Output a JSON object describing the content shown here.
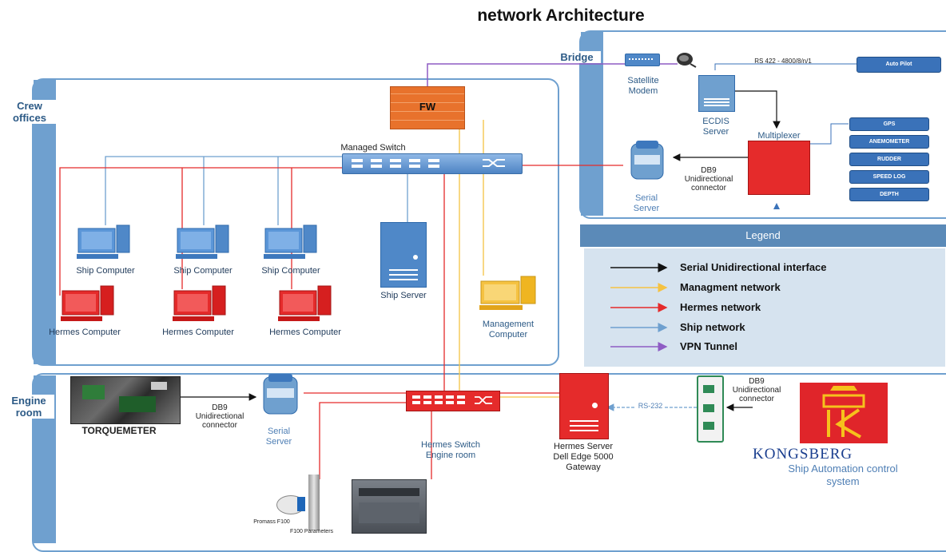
{
  "title": "network Architecture",
  "zones": {
    "crew_offices": "Crew\noffices",
    "bridge": "Bridge",
    "engine_room": "Engine\nroom"
  },
  "nodes": {
    "firewall": "FW",
    "managed_switch": "Managed Switch",
    "ship_computer": "Ship Computer",
    "hermes_computer": "Hermes Computer",
    "ship_server": "Ship Server",
    "management_computer": "Management\nComputer",
    "satellite_modem": "Satellite\nModem",
    "ecdis_server": "ECDIS\nServer",
    "multiplexer": "Multiplexer",
    "serial_server": "Serial\nServer",
    "db9_connector": "DB9\nUnidirectional\nconnector",
    "torquemeter": "TORQUEMETER",
    "hermes_switch": "Hermes Switch\nEngine room",
    "hermes_server": "Hermes Server\nDell Edge 5000\nGateway",
    "promass": "Promass F100",
    "f100_params": "F100 Parameters",
    "rs232": "RS-232",
    "rs422": "RS 422 - 4800/8/n/1",
    "autopilot": "Auto Pilot",
    "kongsberg_name": "KONGSBERG",
    "kongsberg_sub": "Ship Automation control\nsystem"
  },
  "sensors": [
    "GPS",
    "ANEMOMETER",
    "RUDDER",
    "SPEED LOG",
    "DEPTH"
  ],
  "legend": {
    "title": "Legend",
    "items": [
      {
        "label": "Serial Unidirectional interface",
        "color": "#111111"
      },
      {
        "label": "Managment network",
        "color": "#f5c242"
      },
      {
        "label": "Hermes network",
        "color": "#e52b2b"
      },
      {
        "label": "Ship network",
        "color": "#6fa0cf"
      },
      {
        "label": "VPN Tunnel",
        "color": "#8e5cc4"
      }
    ]
  },
  "colors": {
    "zone": "#6fa0cf",
    "hermes": "#e52b2b",
    "management": "#f5c242",
    "ship": "#6fa0cf",
    "vpn": "#8e5cc4",
    "serial": "#111111",
    "firewall": "#e8722c"
  }
}
